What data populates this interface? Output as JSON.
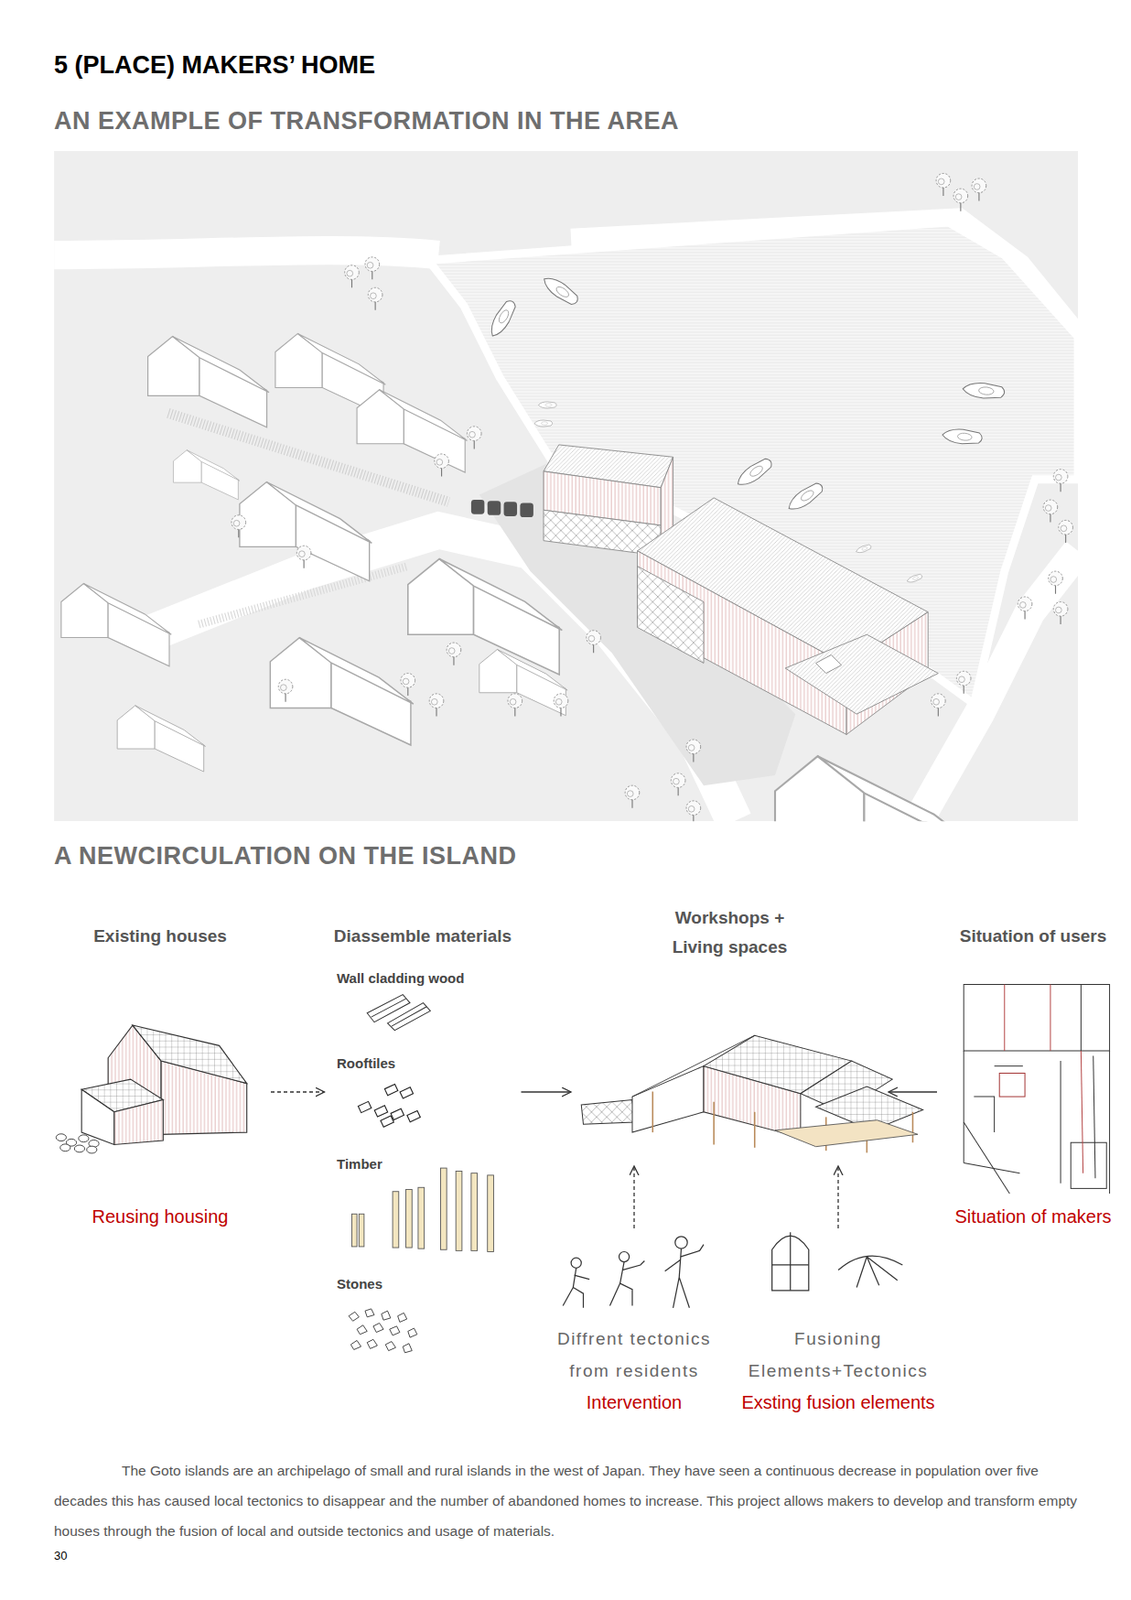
{
  "diagram": {
    "title": "5 (PLACE) MAKERS’ HOME",
    "caption": "The Goto islands are an archipelago of small and rural islands in the west of Japan. They have seen a continuous decrease in population over five decades this has caused local tectonics to disappear and the number of abandoned homes to increase. This project allows makers to develop and transform empty houses through the fusion of local and outside tectonics and usage of materials.",
    "nodes": [
      {
        "text": [
          "Existing houses",
          "Reusing housing"
        ]
      },
      {
        "text": [
          "Diassemble materials"
        ]
      },
      {
        "text": [
          "Workshops + Living spaces"
        ]
      },
      {
        "text": [
          "Situation of users",
          "Situation of makers"
        ]
      },
      {
        "text": [
          "Diffrent tectonics from residents",
          "Intervention"
        ]
      },
      {
        "text": [
          "Fusioning Elements+Tectonics",
          "Exsting fusion elements"
        ]
      }
    ],
    "edges": [
      {
        "from": 0,
        "to": 1,
        "arrow": "to"
      },
      {
        "from": 1,
        "to": 2,
        "arrow": "to"
      },
      {
        "from": 3,
        "to": 2,
        "arrow": "to"
      },
      {
        "from": 4,
        "to": 2,
        "arrow": "to"
      },
      {
        "from": 5,
        "to": 2,
        "arrow": "to"
      }
    ],
    "labels": [
      "AN EXAMPLE OF TRANSFORMATION IN THE AREA",
      "A NEWCIRCULATION ON THE ISLAND",
      "Wall cladding wood",
      "Rooftiles",
      "Timber",
      "Stones",
      "30"
    ]
  }
}
